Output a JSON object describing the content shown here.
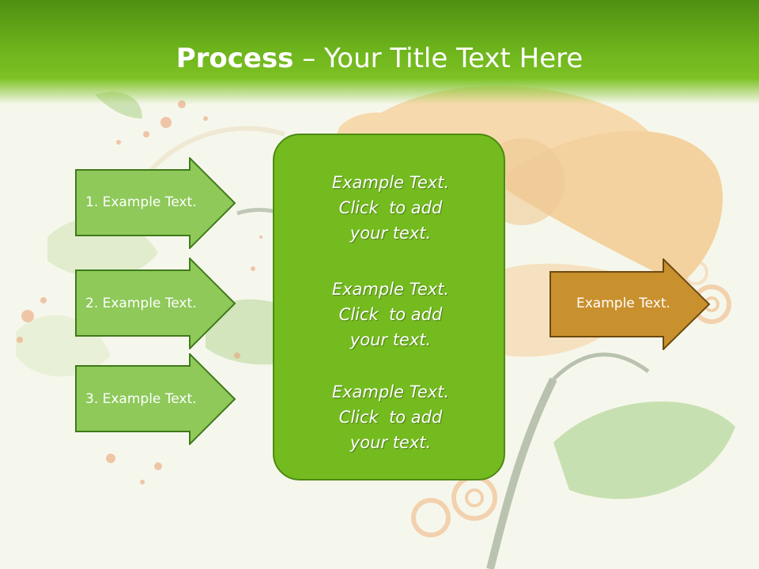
{
  "title": {
    "bold": "Process",
    "rest": " – Your Title Text Here"
  },
  "left_steps": [
    {
      "label": "1. Example Text."
    },
    {
      "label": "2. Example Text."
    },
    {
      "label": "3. Example Text."
    }
  ],
  "center_blocks": [
    {
      "line1": "Example Text.",
      "line2": "Click  to add",
      "line3": "your text."
    },
    {
      "line1": "Example Text.",
      "line2": "Click  to add",
      "line3": "your text."
    },
    {
      "line1": "Example Text.",
      "line2": "Click  to add",
      "line3": "your text."
    }
  ],
  "output": {
    "label": "Example Text."
  },
  "colors": {
    "header_green": "#6cb21b",
    "step_arrow_fill": "#8ec95a",
    "step_arrow_border": "#3f7a1a",
    "center_box_fill": "#74bb1f",
    "output_arrow_fill": "#c9902e",
    "output_arrow_border": "#6b4a10"
  }
}
